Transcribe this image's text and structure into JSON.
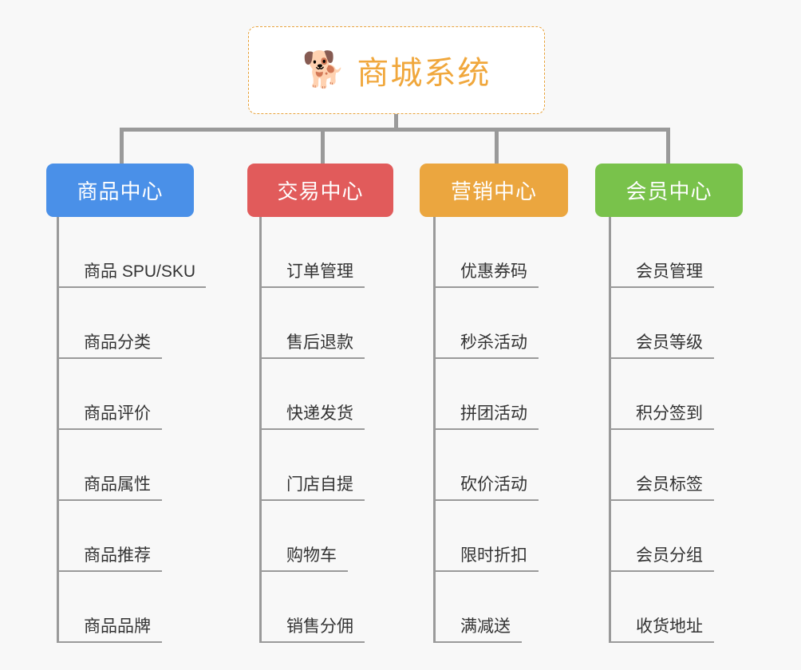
{
  "diagram": {
    "title": "商城系统",
    "background_color": "#f8f8f8",
    "connector_color": "#9a9a9a",
    "root": {
      "icon": "shiba-dog-face",
      "icon_glyph": "🐕",
      "label": "商城系统",
      "text_color": "#f0a73c",
      "border_color": "#e8a33d",
      "background_color": "#ffffff"
    },
    "branches": [
      {
        "id": "product-center",
        "label": "商品中心",
        "color": "#4a90e8",
        "items": [
          "商品 SPU/SKU",
          "商品分类",
          "商品评价",
          "商品属性",
          "商品推荐",
          "商品品牌"
        ]
      },
      {
        "id": "trade-center",
        "label": "交易中心",
        "color": "#e15b5b",
        "items": [
          "订单管理",
          "售后退款",
          "快递发货",
          "门店自提",
          "购物车",
          "销售分佣"
        ]
      },
      {
        "id": "marketing-center",
        "label": "营销中心",
        "color": "#eba63f",
        "items": [
          "优惠券码",
          "秒杀活动",
          "拼团活动",
          "砍价活动",
          "限时折扣",
          "满减送"
        ]
      },
      {
        "id": "member-center",
        "label": "会员中心",
        "color": "#79c24b",
        "items": [
          "会员管理",
          "会员等级",
          "积分签到",
          "会员标签",
          "会员分组",
          "收货地址"
        ]
      }
    ]
  }
}
